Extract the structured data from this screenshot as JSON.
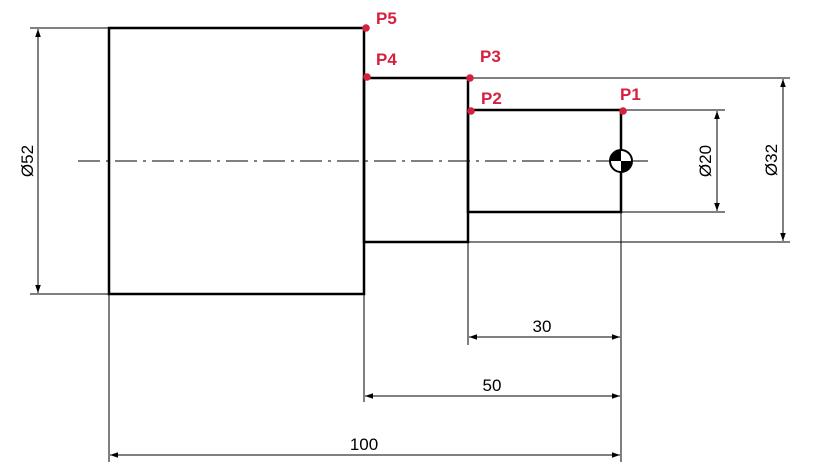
{
  "colors": {
    "line": "#000000",
    "point": "#d6203f",
    "background": "#ffffff"
  },
  "points": [
    {
      "label": "P1"
    },
    {
      "label": "P2"
    },
    {
      "label": "P3"
    },
    {
      "label": "P4"
    },
    {
      "label": "P5"
    }
  ],
  "dimensions": {
    "diameter_52": "Ø52",
    "diameter_32": "Ø32",
    "diameter_20": "Ø20",
    "length_30": "30",
    "length_50": "50",
    "length_100": "100"
  },
  "origin_icon": "origin-datum-icon"
}
